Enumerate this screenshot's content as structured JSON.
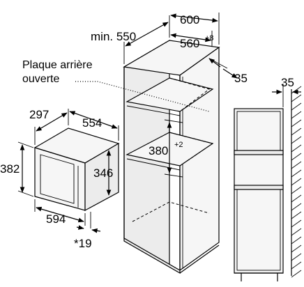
{
  "cabinet": {
    "depth_min": "min. 550",
    "width": "600",
    "inner_width": "560",
    "inner_width_tol": "+8",
    "rear_gap": "35",
    "niche_height": "380",
    "niche_height_tol": "+2",
    "back_panel_note_line1": "Plaque arrière",
    "back_panel_note_line2": "ouverte"
  },
  "appliance": {
    "depth": "297",
    "width": "554",
    "height": "382",
    "inner_height": "346",
    "front_width": "594",
    "front_offset": "*19"
  },
  "side_view": {
    "wall_gap": "35"
  }
}
